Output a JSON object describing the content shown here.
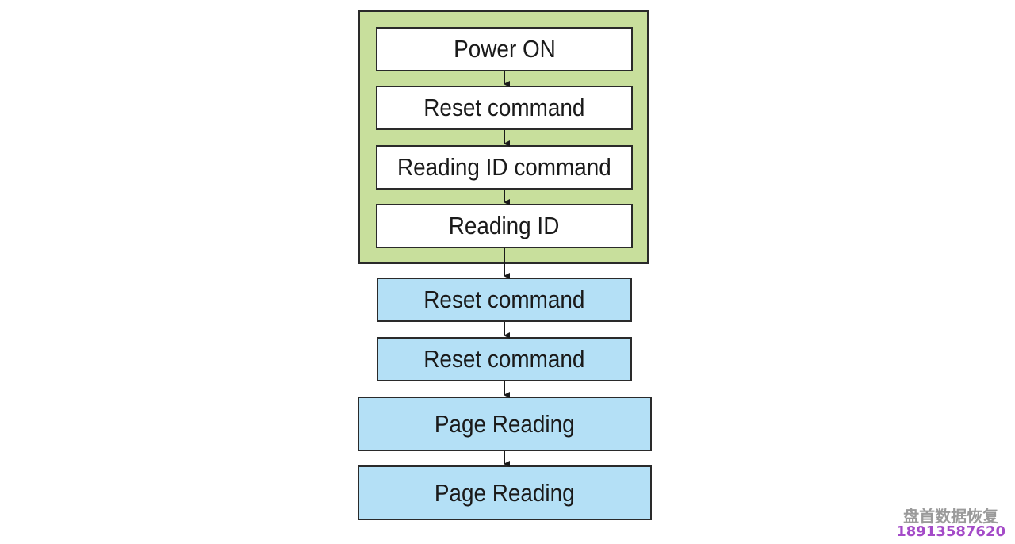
{
  "diagram": {
    "group_color": "#c8df9c",
    "white_box_color": "#ffffff",
    "blue_box_color": "#b4e0f6",
    "steps": [
      {
        "label": "Power ON"
      },
      {
        "label": "Reset command"
      },
      {
        "label": "Reading ID command"
      },
      {
        "label": "Reading ID"
      },
      {
        "label": "Reset command"
      },
      {
        "label": "Reset command"
      },
      {
        "label": "Page Reading"
      },
      {
        "label": "Page Reading"
      }
    ]
  },
  "watermark": {
    "name": "盘首数据恢复",
    "phone": "18913587620"
  }
}
